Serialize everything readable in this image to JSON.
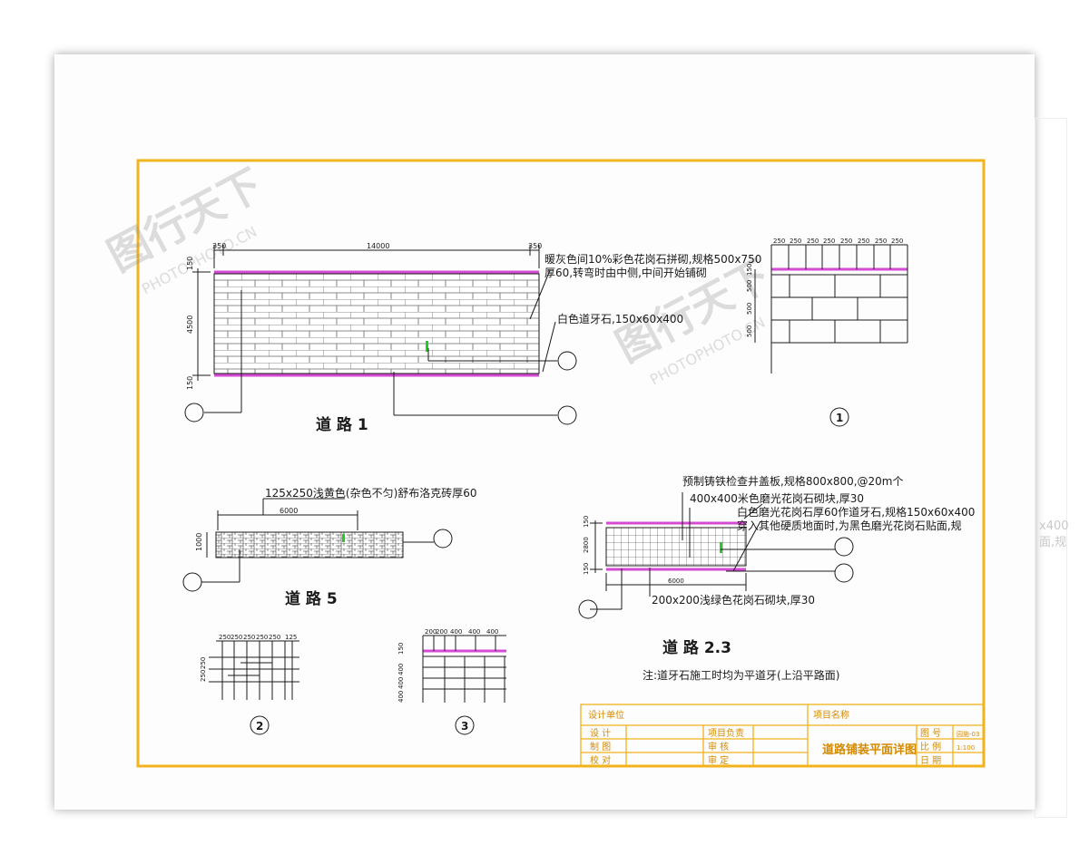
{
  "watermark": {
    "brand": "图行天下",
    "domain": "PHOTOPHOTO.CN"
  },
  "road1": {
    "title": "道 路 1",
    "dims": [
      "350",
      "14000",
      "350",
      "150",
      "4500",
      "150"
    ],
    "note_paving": "暖灰色间10%彩色花岗石拼砌,规格500x750",
    "note_paving_2": "厚60,转弯时由中侧,中间开始铺砌",
    "note_curb": "白色道牙石,150x60x400"
  },
  "detail1": {
    "dims_top": [
      "250",
      "250",
      "250",
      "250",
      "250",
      "250",
      "250",
      "250"
    ],
    "dims_side": [
      "150",
      "500",
      "500",
      "500"
    ],
    "label": "1"
  },
  "road5": {
    "title": "道 路 5",
    "note": "125x250浅黄色(杂色不匀)舒布洛克砖厚60",
    "dims": [
      "6000",
      "1000"
    ]
  },
  "detail2": {
    "dims": [
      "250",
      "250",
      "250",
      "250",
      "250",
      "125"
    ],
    "side": [
      "250",
      "250"
    ],
    "label": "2"
  },
  "detail3": {
    "dims": [
      "200",
      "200",
      "400",
      "400",
      "400"
    ],
    "side": [
      "150",
      "400",
      "400",
      "400"
    ],
    "label": "3"
  },
  "road23": {
    "title": "道 路 2.3",
    "note_cover": "预制铸铁检查井盖板,规格800x800,@20m个",
    "note_granite": "400x400米色磨光花岗石砌块,厚30",
    "note_curb": "白色磨光花岗石厚60作道牙石,规格150x60x400",
    "note_curb_2": "穿入其他硬质地面时,为黑色磨光花岗石贴面,规",
    "note_base": "200x200浅绿色花岗石砌块,厚30",
    "dims": [
      "150",
      "2800",
      "150",
      "6000"
    ],
    "footnote": "注:道牙石施工时均为平道牙(上沿平路面)"
  },
  "titleblock": {
    "design_unit": "设计单位",
    "project_name": "项目名称",
    "rows": [
      "设    计",
      "制    图",
      "校    对"
    ],
    "roles": [
      "项目负责",
      "审    核",
      "审    定"
    ],
    "drawing_title": "道路铺装平面详图",
    "fields": [
      "图    号",
      "比    例",
      "日    期"
    ],
    "values": [
      "园施-03",
      "1:100",
      ""
    ]
  },
  "ghost_text": [
    "x400",
    "面,规"
  ],
  "colors": {
    "frame": "#f2b31c",
    "curb": "#d54bd5",
    "green": "#22cc22",
    "line": "#1a1a1a"
  }
}
